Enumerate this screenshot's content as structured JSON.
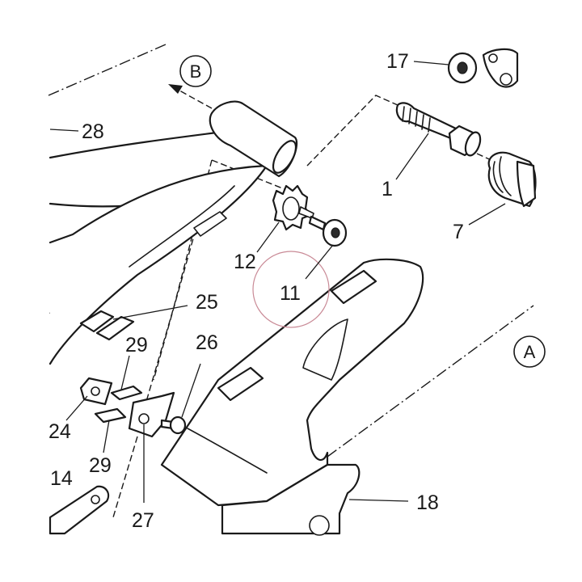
{
  "callouts": {
    "p1": "1",
    "p7": "7",
    "p11": "11",
    "p12": "12",
    "p14": "14",
    "p17": "17",
    "p18": "18",
    "p24": "24",
    "p25": "25",
    "p26": "26",
    "p27": "27",
    "p28": "28",
    "p29a": "29",
    "p29b": "29"
  },
  "references": {
    "a": "A",
    "b": "B"
  },
  "colors": {
    "line": "#1a1a1a",
    "highlight": "#c98a96"
  }
}
